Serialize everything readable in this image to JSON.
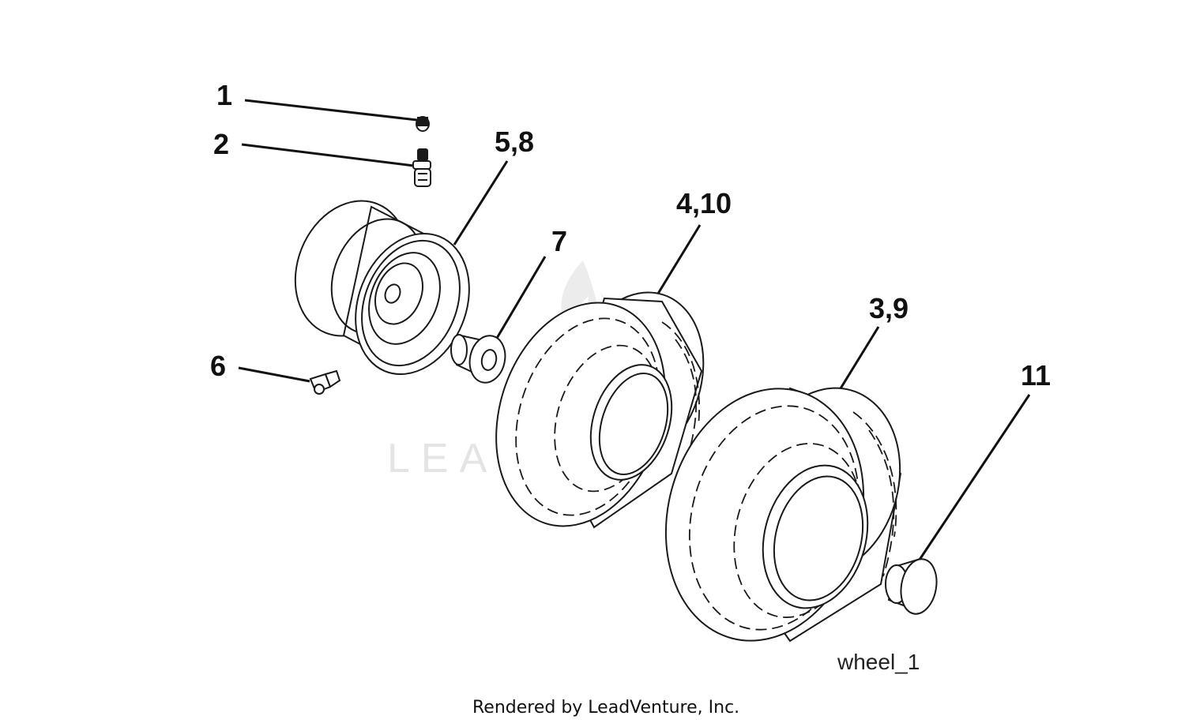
{
  "diagram": {
    "figure_id": "wheel_1",
    "footer": "Rendered by LeadVenture, Inc.",
    "watermark": "LEADVENTURE",
    "callouts": [
      {
        "id": "1",
        "part": "valve-cap"
      },
      {
        "id": "2",
        "part": "valve-stem"
      },
      {
        "id": "5,8",
        "part": "wheel-rim"
      },
      {
        "id": "6",
        "part": "grease-fitting"
      },
      {
        "id": "7",
        "part": "bushing"
      },
      {
        "id": "4,10",
        "part": "tire-inner"
      },
      {
        "id": "3,9",
        "part": "tire-outer"
      },
      {
        "id": "11",
        "part": "hub-cap"
      }
    ]
  }
}
